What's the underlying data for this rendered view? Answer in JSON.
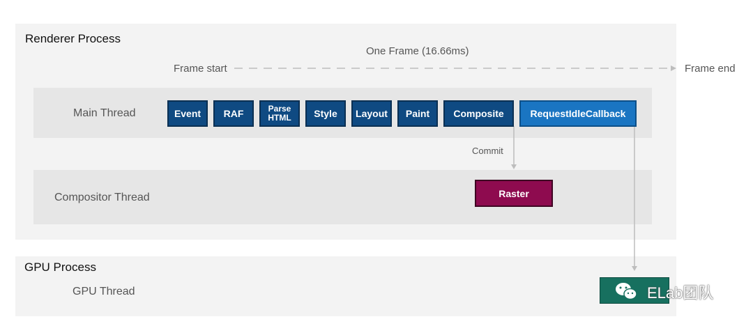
{
  "renderer": {
    "title": "Renderer Process",
    "frame_label": "One Frame (16.66ms)",
    "frame_start": "Frame start",
    "frame_end": "Frame end",
    "main_thread": {
      "label": "Main Thread",
      "tasks": [
        "Event",
        "RAF",
        "Parse\nHTML",
        "Style",
        "Layout",
        "Paint",
        "Composite",
        "RequestIdleCallback"
      ]
    },
    "commit_label": "Commit",
    "compositor_thread": {
      "label": "Compositor Thread",
      "tasks": [
        "Raster"
      ]
    }
  },
  "gpu": {
    "title": "GPU Process",
    "thread_label": "GPU Thread"
  },
  "watermark": {
    "text": "ELab团队"
  },
  "colors": {
    "task_fill": "#0f4a82",
    "idle_callback_fill": "#1a75c2",
    "raster_fill": "#8e0b4f",
    "logo_fill": "#17705f"
  }
}
